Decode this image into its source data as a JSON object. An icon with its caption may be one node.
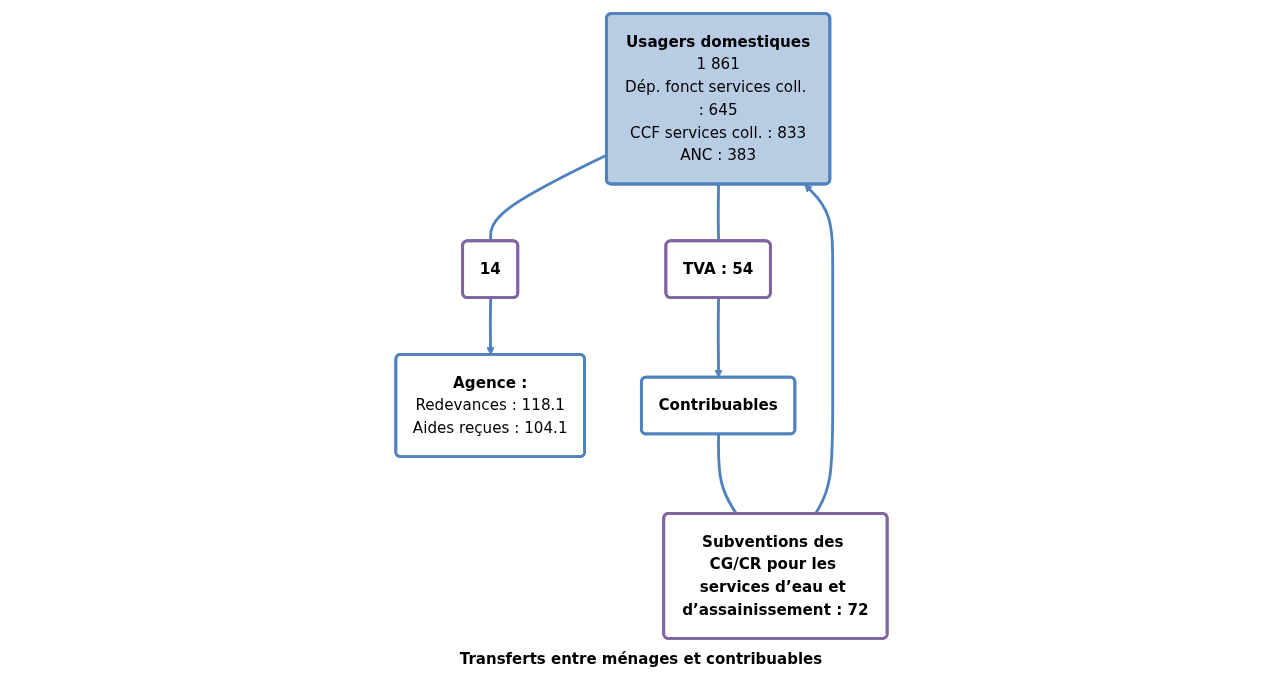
{
  "diagram": {
    "nodes": [
      {
        "text": [
          "Usagers domestiques",
          "1 861",
          "Dép. fonct services coll. : 645",
          "CCF services coll. : 833",
          "ANC : 383"
        ]
      },
      {
        "text": [
          "14"
        ]
      },
      {
        "text": [
          "Agence :",
          "Redevances : 118.1",
          "Aides reçues : 104.1"
        ]
      },
      {
        "text": [
          "Subventions des CG/CR pour les services d’eau et d’assainissement : 72"
        ]
      },
      {
        "text": [
          "TVA : 54"
        ]
      },
      {
        "text": [
          "Contribuables"
        ]
      }
    ],
    "edges": [
      {
        "from": 0,
        "to": 1,
        "arrow": "none"
      },
      {
        "from": 1,
        "to": 2,
        "arrow": "to"
      },
      {
        "from": 3,
        "to": 0,
        "arrow": "to"
      },
      {
        "from": 5,
        "to": 3,
        "arrow": "none"
      },
      {
        "from": 0,
        "to": 4,
        "arrow": "none"
      },
      {
        "from": 4,
        "to": 5,
        "arrow": "to"
      }
    ],
    "labels": [
      "Transferts entre ménages et contribuables"
    ]
  }
}
